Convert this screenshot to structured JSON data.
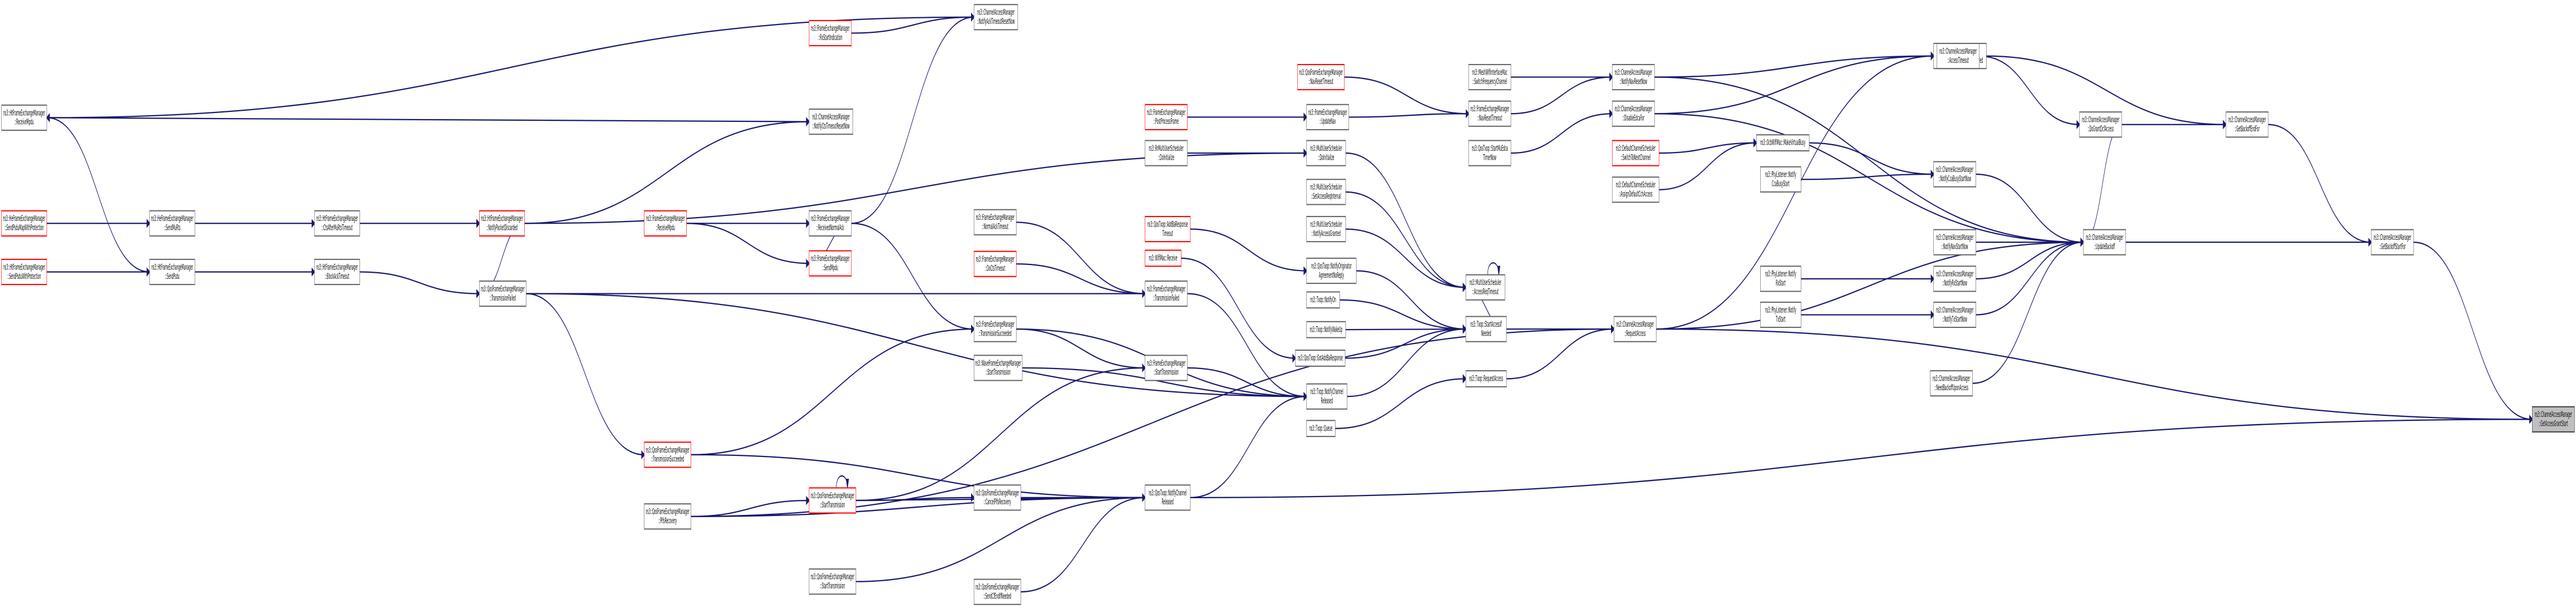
{
  "diagram": {
    "title": "",
    "nodes": [
      {
        "id": "target",
        "lines": [
          "ns3::ChannelAccessManager",
          "::GetAccessGrantStart"
        ],
        "style": "target"
      },
      {
        "id": "gbsf",
        "lines": [
          "ns3::ChannelAccessManager",
          "::GetBackoffStartFor"
        ],
        "style": "normal"
      },
      {
        "id": "gbef",
        "lines": [
          "ns3::ChannelAccessManager",
          "::GetBackoffEndFor"
        ],
        "style": "normal"
      },
      {
        "id": "dgda",
        "lines": [
          "ns3::ChannelAccessManager",
          "::DoGrantDcfAccess"
        ],
        "style": "normal"
      },
      {
        "id": "ub",
        "lines": [
          "ns3::ChannelAccessManager",
          "::UpdateBackoff"
        ],
        "style": "normal"
      },
      {
        "id": "drat",
        "lines": [
          "ns3::ChannelAccessManager",
          "::DoRestartAccessTimeoutIfNeeded"
        ],
        "style": "normal"
      },
      {
        "id": "at",
        "lines": [
          "ns3::ChannelAccessManager",
          "::AccessTimeout"
        ],
        "style": "normal"
      },
      {
        "id": "nnrn",
        "lines": [
          "ns3::ChannelAccessManager",
          "::NotifyNavResetNow"
        ],
        "style": "normal"
      },
      {
        "id": "dedca",
        "lines": [
          "ns3::ChannelAccessManager",
          "::DisableEdcaFor"
        ],
        "style": "normal"
      },
      {
        "id": "ra",
        "lines": [
          "ns3::ChannelAccessManager",
          "::RequestAccess"
        ],
        "style": "normal"
      },
      {
        "id": "nbfua",
        "lines": [
          "ns3::ChannelAccessManager",
          "::NeedBackoffUponAccess"
        ],
        "style": "normal"
      },
      {
        "id": "natrn",
        "lines": [
          "ns3::ChannelAccessManager",
          "::NotifyAckTimeoutResetNow"
        ],
        "style": "normal"
      },
      {
        "id": "nctrn",
        "lines": [
          "ns3::ChannelAccessManager",
          "::NotifyCtsTimeoutResetNow"
        ],
        "style": "normal"
      },
      {
        "id": "ncbsn",
        "lines": [
          "ns3::ChannelAccessManager",
          "::NotifyCcaBusyStartNow"
        ],
        "style": "normal"
      },
      {
        "id": "nnsn",
        "lines": [
          "ns3::ChannelAccessManager",
          "::NotifyNavStartNow"
        ],
        "style": "normal"
      },
      {
        "id": "nrsn",
        "lines": [
          "ns3::ChannelAccessManager",
          "::NotifyRxStartNow"
        ],
        "style": "normal"
      },
      {
        "id": "ntsn",
        "lines": [
          "ns3::ChannelAccessManager",
          "::NotifyTxStartNow"
        ],
        "style": "normal"
      },
      {
        "id": "ocb",
        "lines": [
          "ns3::OcbWifiMac::MakeVirtualBusy"
        ],
        "style": "normal"
      },
      {
        "id": "dcsw",
        "lines": [
          "ns3::DefaultChannelScheduler",
          "::SwitchToNextChannel"
        ],
        "style": "red"
      },
      {
        "id": "dcad",
        "lines": [
          "ns3::DefaultChannelScheduler",
          "::AssignDefaultCchAccess"
        ],
        "style": "normal"
      },
      {
        "id": "plcca",
        "lines": [
          "ns3::PhyListener::Notify",
          "CcaBusyStart"
        ],
        "style": "normal"
      },
      {
        "id": "plrx",
        "lines": [
          "ns3::PhyListener::Notify",
          "RxStart"
        ],
        "style": "normal"
      },
      {
        "id": "pltx",
        "lines": [
          "ns3::PhyListener::Notify",
          "TxStart"
        ],
        "style": "normal"
      },
      {
        "id": "mesh",
        "lines": [
          "ns3::MeshWifiInterfaceMac",
          "::SwitchFrequencyChannel"
        ],
        "style": "normal"
      },
      {
        "id": "fenrt",
        "lines": [
          "ns3::FrameExchangeManager",
          "::NavResetTimeout"
        ],
        "style": "normal"
      },
      {
        "id": "qfenrt",
        "lines": [
          "ns3::QosFrameExchangeManager",
          "::NavResetTimeout"
        ],
        "style": "red"
      },
      {
        "id": "qtsmt",
        "lines": [
          "ns3::QosTxop::StartMuEdca",
          "TimerNow"
        ],
        "style": "normal"
      },
      {
        "id": "feun",
        "lines": [
          "ns3::FrameExchangeManager",
          "::UpdateNav"
        ],
        "style": "normal"
      },
      {
        "id": "fepp",
        "lines": [
          "ns3::FrameExchangeManager",
          "::PostProcessFrame"
        ],
        "style": "red"
      },
      {
        "id": "rrmu",
        "lines": [
          "ns3::RrMultiUserScheduler",
          "::DoInitialize"
        ],
        "style": "normal"
      },
      {
        "id": "musdi",
        "lines": [
          "ns3::MultiUserScheduler",
          "::DoInitialize"
        ],
        "style": "normal"
      },
      {
        "id": "mussai",
        "lines": [
          "ns3::MultiUserScheduler",
          "::SetAccessReqInterval"
        ],
        "style": "normal"
      },
      {
        "id": "musnag",
        "lines": [
          "ns3::MultiUserScheduler",
          "::NotifyAccessGranted"
        ],
        "style": "normal"
      },
      {
        "id": "musart",
        "lines": [
          "ns3::MultiUserScheduler",
          "::AccessReqTimeout"
        ],
        "style": "normal"
      },
      {
        "id": "txsa",
        "lines": [
          "ns3::Txop::StartAccessIf",
          "Needed"
        ],
        "style": "normal"
      },
      {
        "id": "txno",
        "lines": [
          "ns3::Txop::NotifyOn"
        ],
        "style": "normal"
      },
      {
        "id": "txnwu",
        "lines": [
          "ns3::Txop::NotifyWakeUp"
        ],
        "style": "normal"
      },
      {
        "id": "qtgar",
        "lines": [
          "ns3::QosTxop::GotAddBaResponse"
        ],
        "style": "normal"
      },
      {
        "id": "txrq",
        "lines": [
          "ns3::Txop::RequestAccess"
        ],
        "style": "normal"
      },
      {
        "id": "txncr",
        "lines": [
          "ns3::Txop::NotifyChannel",
          "Released"
        ],
        "style": "normal"
      },
      {
        "id": "txq",
        "lines": [
          "ns3::Txop::Queue"
        ],
        "style": "normal"
      },
      {
        "id": "qtnoa",
        "lines": [
          "ns3::QosTxop::NotifyOriginator",
          "AgreementNoReply"
        ],
        "style": "normal"
      },
      {
        "id": "qtabrt",
        "lines": [
          "ns3::QosTxop::AddBaResponse",
          "Timeout"
        ],
        "style": "red"
      },
      {
        "id": "wmr",
        "lines": [
          "ns3::WifiMac::Receive"
        ],
        "style": "red"
      },
      {
        "id": "qtncr",
        "lines": [
          "ns3::QosTxop::NotifyChannel",
          "Released"
        ],
        "style": "normal"
      },
      {
        "id": "fetf",
        "lines": [
          "ns3::FrameExchangeManager",
          "::TransmissionFailed"
        ],
        "style": "normal"
      },
      {
        "id": "fest",
        "lines": [
          "ns3::FrameExchangeManager",
          "::StartTransmission"
        ],
        "style": "normal"
      },
      {
        "id": "fets",
        "lines": [
          "ns3::FrameExchangeManager",
          "::TransmissionSucceeded"
        ],
        "style": "normal"
      },
      {
        "id": "fenat",
        "lines": [
          "ns3::FrameExchangeManager",
          "::NormalAckTimeout"
        ],
        "style": "normal"
      },
      {
        "id": "fedct",
        "lines": [
          "ns3::FrameExchangeManager",
          "::DoCtsTimeout"
        ],
        "style": "red"
      },
      {
        "id": "fersta",
        "lines": [
          "ns3::FrameExchangeManager",
          "::RxStartIndication"
        ],
        "style": "red"
      },
      {
        "id": "fernack",
        "lines": [
          "ns3::FrameExchangeManager",
          "::ReceivedNormalAck"
        ],
        "style": "normal"
      },
      {
        "id": "fesm",
        "lines": [
          "ns3::FrameExchangeManager",
          "::SendMpdu"
        ],
        "style": "red"
      },
      {
        "id": "ferm",
        "lines": [
          "ns3::FrameExchangeManager",
          "::ReceiveMpdu"
        ],
        "style": "red"
      },
      {
        "id": "wfest",
        "lines": [
          "ns3::WaveFrameExchangeManager",
          "::StartTransmission"
        ],
        "style": "normal"
      },
      {
        "id": "qfecp",
        "lines": [
          "ns3::QosFrameExchangeManager",
          "::CancelPifsRecovery"
        ],
        "style": "normal"
      },
      {
        "id": "qfest",
        "lines": [
          "ns3::QosFrameExchangeManager",
          "::StartTransmission"
        ],
        "style": "red"
      },
      {
        "id": "qfets",
        "lines": [
          "ns3::QosFrameExchangeManager",
          "::TransmissionSucceeded"
        ],
        "style": "red"
      },
      {
        "id": "qfepr",
        "lines": [
          "ns3::QosFrameExchangeManager",
          "::PifsRecovery"
        ],
        "style": "normal"
      },
      {
        "id": "qfest2",
        "lines": [
          "ns3::QosFrameExchangeManager",
          "::StartTransmission"
        ],
        "style": "normal"
      },
      {
        "id": "qfescf",
        "lines": [
          "ns3::QosFrameExchangeManager",
          "::SendCfEndIfNeeded"
        ],
        "style": "normal"
      },
      {
        "id": "qfetf",
        "lines": [
          "ns3::QosFrameExchangeManager",
          "::TransmissionFailed"
        ],
        "style": "normal"
      },
      {
        "id": "htnpd",
        "lines": [
          "ns3::HtFrameExchangeManager",
          "::NotifyPacketDiscarded"
        ],
        "style": "red"
      },
      {
        "id": "htcmu",
        "lines": [
          "ns3::HtFrameExchangeManager",
          "::CtsAfterMuRtsTimeout"
        ],
        "style": "normal"
      },
      {
        "id": "htbat",
        "lines": [
          "ns3::HtFrameExchangeManager",
          "::BlockAckTimeout"
        ],
        "style": "normal"
      },
      {
        "id": "hersmu",
        "lines": [
          "ns3::HeFrameExchangeManager",
          "::SendMuRts"
        ],
        "style": "normal"
      },
      {
        "id": "htsp",
        "lines": [
          "ns3::HtFrameExchangeManager",
          "::SendPsdu"
        ],
        "style": "normal"
      },
      {
        "id": "hesmpdu",
        "lines": [
          "ns3::HeFrameExchangeManager",
          "::SendPsduMapWithProtection"
        ],
        "style": "red"
      },
      {
        "id": "htspwp",
        "lines": [
          "ns3::HtFrameExchangeManager",
          "::SendPsduWithProtection"
        ],
        "style": "red"
      },
      {
        "id": "htrm",
        "lines": [
          "ns3::HtFrameExchangeManager",
          "::ReceiveMpdu"
        ],
        "style": "normal"
      }
    ],
    "edges": [
      [
        "gbsf",
        "target"
      ],
      [
        "gbef",
        "gbsf"
      ],
      [
        "dgda",
        "gbef"
      ],
      [
        "ub",
        "gbsf"
      ],
      [
        "drat",
        "gbef"
      ],
      [
        "at",
        "dgda"
      ],
      [
        "at",
        "drat"
      ],
      [
        "drat",
        "at"
      ],
      [
        "nnrn",
        "drat"
      ],
      [
        "dedca",
        "drat"
      ],
      [
        "ra",
        "drat"
      ],
      [
        "ub",
        "dgda"
      ],
      [
        "ncbsn",
        "ub"
      ],
      [
        "nnsn",
        "ub"
      ],
      [
        "nrsn",
        "ub"
      ],
      [
        "ntsn",
        "ub"
      ],
      [
        "ra",
        "ub"
      ],
      [
        "nnrn",
        "ub"
      ],
      [
        "dedca",
        "ub"
      ],
      [
        "nbfua",
        "ub"
      ],
      [
        "ra",
        "target"
      ],
      [
        "qtncr",
        "target"
      ],
      [
        "ocb",
        "ncbsn"
      ],
      [
        "dcsw",
        "ocb"
      ],
      [
        "dcad",
        "ocb"
      ],
      [
        "plcca",
        "ncbsn"
      ],
      [
        "plrx",
        "nrsn"
      ],
      [
        "pltx",
        "ntsn"
      ],
      [
        "mesh",
        "nnrn"
      ],
      [
        "fenrt",
        "nnrn"
      ],
      [
        "qfenrt",
        "fenrt"
      ],
      [
        "feun",
        "fenrt"
      ],
      [
        "fepp",
        "feun"
      ],
      [
        "qtsmt",
        "dedca"
      ],
      [
        "txsa",
        "ra"
      ],
      [
        "txrq",
        "ra"
      ],
      [
        "musart",
        "txsa"
      ],
      [
        "musart",
        "musart"
      ],
      [
        "musdi",
        "musart"
      ],
      [
        "rrmu",
        "musdi"
      ],
      [
        "mussai",
        "musart"
      ],
      [
        "musnag",
        "musart"
      ],
      [
        "txno",
        "txsa"
      ],
      [
        "txnwu",
        "txsa"
      ],
      [
        "qtgar",
        "txsa"
      ],
      [
        "qtnoa",
        "txsa"
      ],
      [
        "txncr",
        "txsa"
      ],
      [
        "txq",
        "txrq"
      ],
      [
        "qtabrt",
        "qtnoa"
      ],
      [
        "wmr",
        "qtgar"
      ],
      [
        "qtncr",
        "txncr"
      ],
      [
        "fetf",
        "txncr"
      ],
      [
        "fest",
        "txncr"
      ],
      [
        "fets",
        "txncr"
      ],
      [
        "wfest",
        "txncr"
      ],
      [
        "fenat",
        "fetf"
      ],
      [
        "fedct",
        "fetf"
      ],
      [
        "qfetf",
        "fetf"
      ],
      [
        "fets",
        "fest"
      ],
      [
        "fernack",
        "fets"
      ],
      [
        "qfets",
        "fets"
      ],
      [
        "fesm",
        "fernack"
      ],
      [
        "ferm",
        "fernack"
      ],
      [
        "ferm",
        "fesm"
      ],
      [
        "qfecp",
        "qtncr"
      ],
      [
        "qfest",
        "qtncr"
      ],
      [
        "qfets",
        "qtncr"
      ],
      [
        "qfepr",
        "qtncr"
      ],
      [
        "qfest2",
        "qtncr"
      ],
      [
        "qfescf",
        "qtncr"
      ],
      [
        "qfest",
        "qfecp"
      ],
      [
        "qfest",
        "qfest"
      ],
      [
        "qfest",
        "fest"
      ],
      [
        "qfepr",
        "qfest"
      ],
      [
        "htnpd",
        "musdi"
      ],
      [
        "fernack",
        "natrn"
      ],
      [
        "htnpd",
        "nctrn"
      ],
      [
        "fersta",
        "natrn"
      ],
      [
        "htrm",
        "natrn"
      ],
      [
        "htrm",
        "nctrn"
      ],
      [
        "qfepr",
        "ra"
      ],
      [
        "htcmu",
        "htnpd"
      ],
      [
        "htbat",
        "qfetf"
      ],
      [
        "qfetf",
        "htnpd"
      ],
      [
        "hersmu",
        "htcmu"
      ],
      [
        "htsp",
        "htbat"
      ],
      [
        "hesmpdu",
        "hersmu"
      ],
      [
        "htspwp",
        "htsp"
      ],
      [
        "htsp",
        "htrm"
      ],
      [
        "qfetf",
        "qfets"
      ],
      [
        "qfetf",
        "txncr"
      ]
    ]
  }
}
